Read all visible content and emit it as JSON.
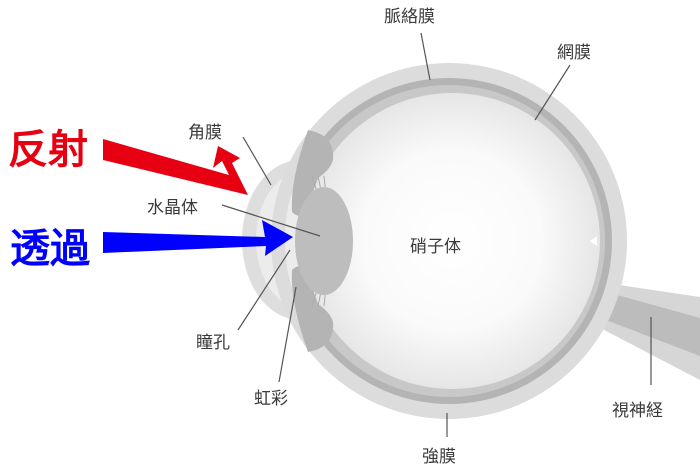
{
  "title_labels": {
    "reflection": "反射",
    "transmission": "透過"
  },
  "parts": {
    "choroid": "脈絡膜",
    "retina": "網膜",
    "cornea": "角膜",
    "lens": "水晶体",
    "vitreous": "硝子体",
    "pupil": "瞳孔",
    "iris": "虹彩",
    "sclera": "強膜",
    "optic_nerve": "視神経"
  },
  "colors": {
    "reflection": "#e60012",
    "transmission": "#0000ff",
    "sclera": "#dcdcdc",
    "choroid": "#b4b4b4",
    "retina": "#c8c8c8",
    "lens": "#bdbdbd"
  }
}
